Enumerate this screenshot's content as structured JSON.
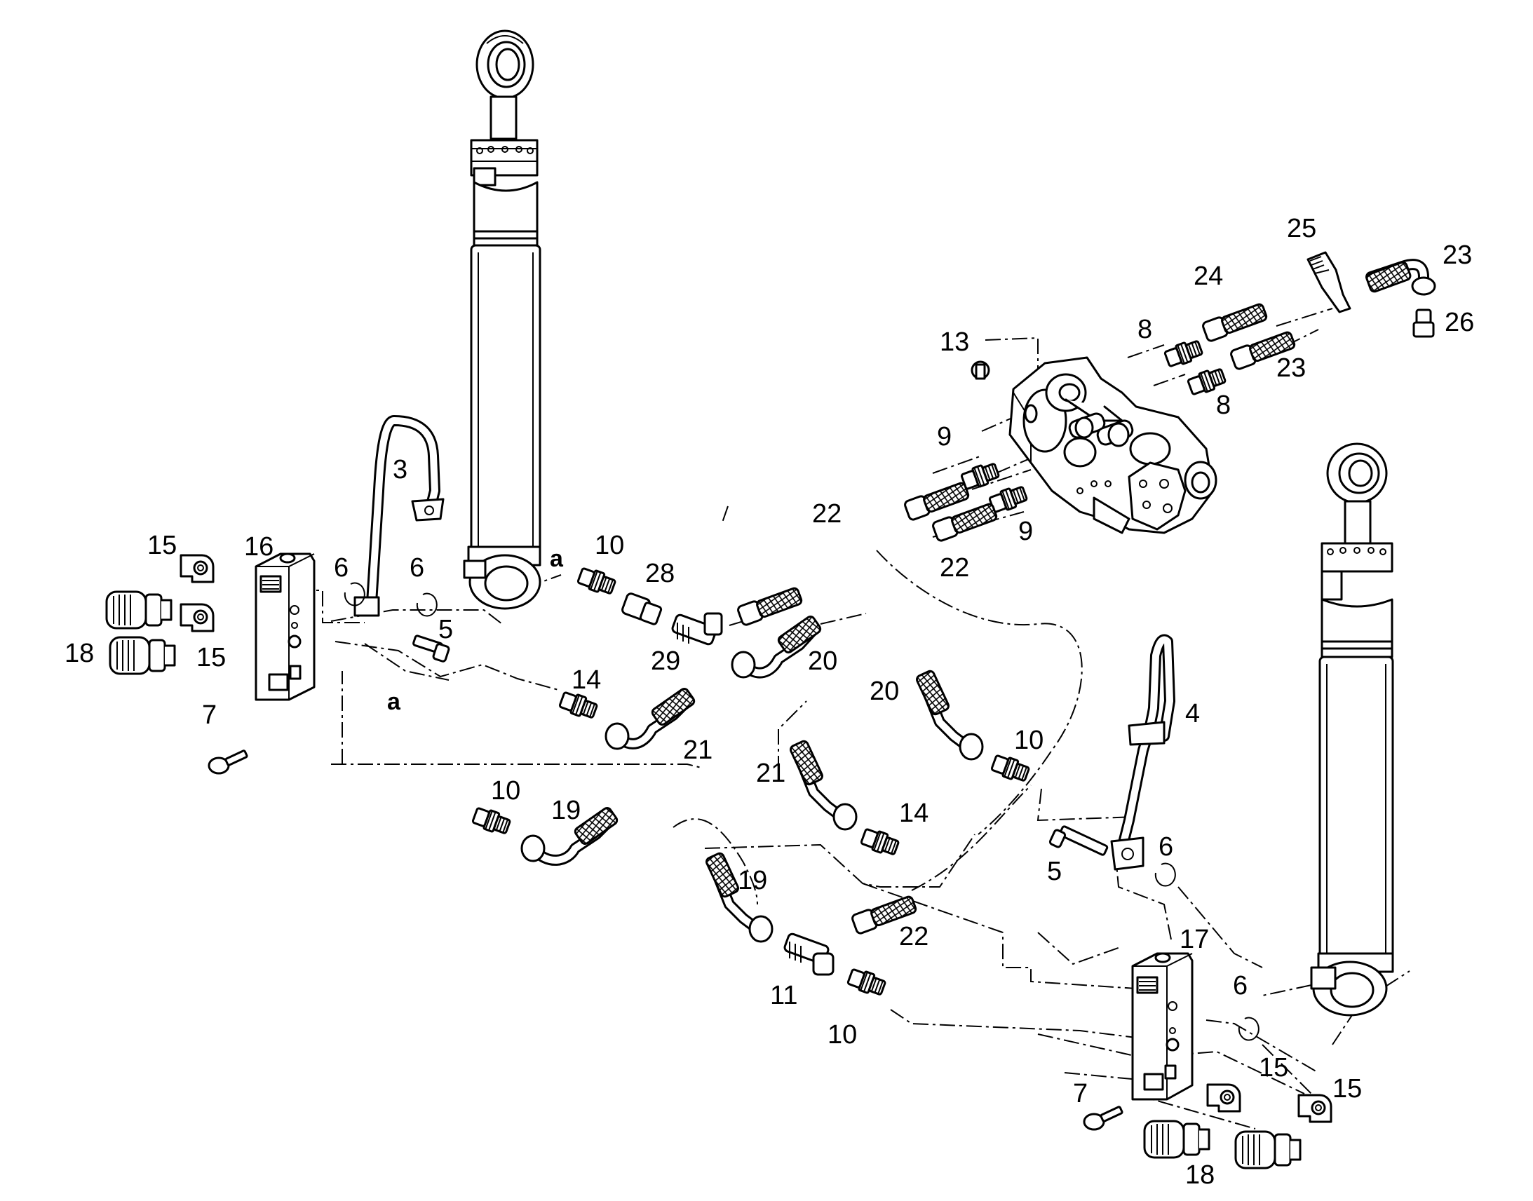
{
  "labels": [
    {
      "id": "l-3",
      "text": "3"
    },
    {
      "id": "l-4",
      "text": "4"
    },
    {
      "id": "l-5a",
      "text": "5"
    },
    {
      "id": "l-5b",
      "text": "5"
    },
    {
      "id": "l-6a",
      "text": "6"
    },
    {
      "id": "l-6b",
      "text": "6"
    },
    {
      "id": "l-6c",
      "text": "6"
    },
    {
      "id": "l-6d",
      "text": "6"
    },
    {
      "id": "l-7a",
      "text": "7"
    },
    {
      "id": "l-7b",
      "text": "7"
    },
    {
      "id": "l-8a",
      "text": "8"
    },
    {
      "id": "l-8b",
      "text": "8"
    },
    {
      "id": "l-9a",
      "text": "9"
    },
    {
      "id": "l-9b",
      "text": "9"
    },
    {
      "id": "l-10a",
      "text": "10"
    },
    {
      "id": "l-10b",
      "text": "10"
    },
    {
      "id": "l-10c",
      "text": "10"
    },
    {
      "id": "l-10d",
      "text": "10"
    },
    {
      "id": "l-11",
      "text": "11"
    },
    {
      "id": "l-13",
      "text": "13"
    },
    {
      "id": "l-14a",
      "text": "14"
    },
    {
      "id": "l-14b",
      "text": "14"
    },
    {
      "id": "l-15a",
      "text": "15"
    },
    {
      "id": "l-15b",
      "text": "15"
    },
    {
      "id": "l-15c",
      "text": "15"
    },
    {
      "id": "l-15d",
      "text": "15"
    },
    {
      "id": "l-16",
      "text": "16"
    },
    {
      "id": "l-17",
      "text": "17"
    },
    {
      "id": "l-18a",
      "text": "18"
    },
    {
      "id": "l-18b",
      "text": "18"
    },
    {
      "id": "l-19a",
      "text": "19"
    },
    {
      "id": "l-19b",
      "text": "19"
    },
    {
      "id": "l-20a",
      "text": "20"
    },
    {
      "id": "l-20b",
      "text": "20"
    },
    {
      "id": "l-21a",
      "text": "21"
    },
    {
      "id": "l-21b",
      "text": "21"
    },
    {
      "id": "l-22a",
      "text": "22"
    },
    {
      "id": "l-22b",
      "text": "22"
    },
    {
      "id": "l-22c",
      "text": "22"
    },
    {
      "id": "l-23a",
      "text": "23"
    },
    {
      "id": "l-23b",
      "text": "23"
    },
    {
      "id": "l-24",
      "text": "24"
    },
    {
      "id": "l-25",
      "text": "25"
    },
    {
      "id": "l-26",
      "text": "26"
    },
    {
      "id": "l-28",
      "text": "28"
    },
    {
      "id": "l-29",
      "text": "29"
    },
    {
      "id": "l-a1",
      "text": "a"
    },
    {
      "id": "l-a2",
      "text": "a"
    }
  ]
}
